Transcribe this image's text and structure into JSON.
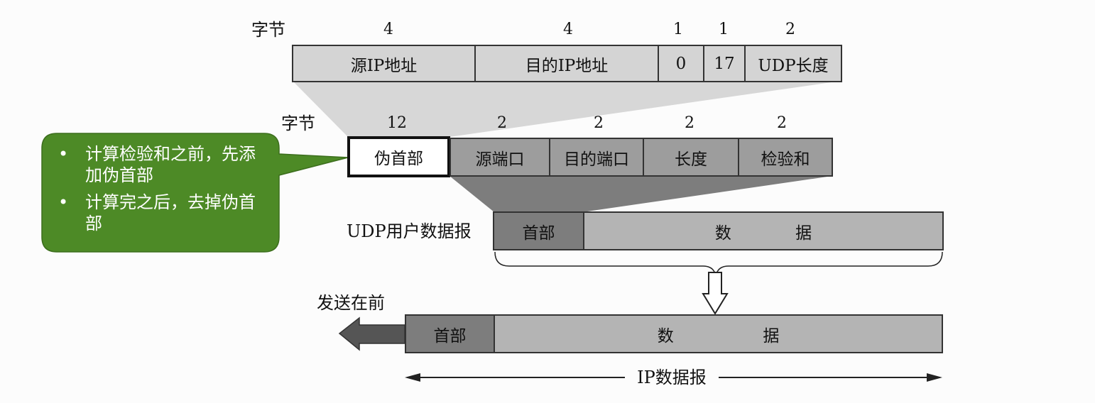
{
  "top_row": {
    "byte_label": "字节",
    "sizes": [
      "4",
      "4",
      "1",
      "1",
      "2"
    ],
    "fields": [
      "源IP地址",
      "目的IP地址",
      "0",
      "17",
      "UDP长度"
    ]
  },
  "udp_row": {
    "byte_label": "字节",
    "sizes": [
      "12",
      "2",
      "2",
      "2",
      "2"
    ],
    "fields": [
      "伪首部",
      "源端口",
      "目的端口",
      "长度",
      "检验和"
    ]
  },
  "udp_datagram": {
    "label": "UDP用户数据报",
    "header": "首部",
    "data_chars": [
      "数",
      "据"
    ]
  },
  "ip_datagram": {
    "send_first_label": "发送在前",
    "header": "首部",
    "data_chars": [
      "数",
      "据"
    ],
    "span_label": "IP数据报"
  },
  "callout": {
    "bullet": "•",
    "items": [
      "计算检验和之前，先添加伪首部",
      "计算完之后，去掉伪首部"
    ],
    "color": "#4d8a26"
  }
}
